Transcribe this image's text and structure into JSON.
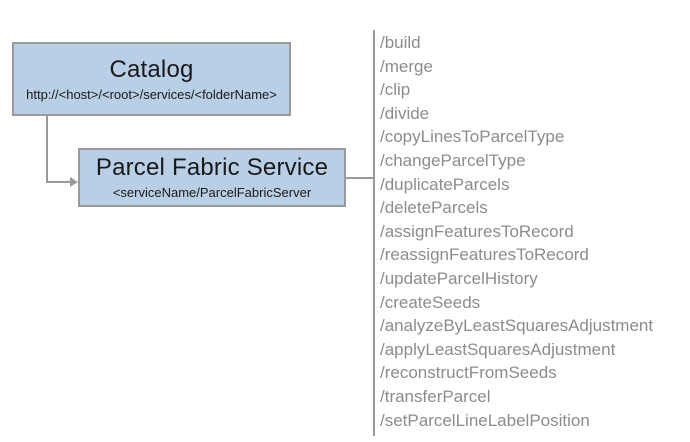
{
  "diagram": {
    "type": "service-endpoint-diagram",
    "background_color": "#ffffff",
    "node_fill_color": "#b8cfe5",
    "node_border_color": "#9a9a9a",
    "connector_color": "#9a9a9a",
    "list_text_color": "#8c8c8c",
    "nodes": [
      {
        "id": "catalog",
        "title": "Catalog",
        "subtitle": "http://<host>/<root>/services/<folderName>"
      },
      {
        "id": "parcel-fabric-service",
        "title": "Parcel Fabric Service",
        "subtitle": "<serviceName/ParcelFabricServer"
      }
    ],
    "operations": [
      "/build",
      "/merge",
      "/clip",
      "/divide",
      "/copyLinesToParcelType",
      "/changeParcelType",
      "/duplicateParcels",
      "/deleteParcels",
      "/assignFeaturesToRecord",
      "/reassignFeaturesToRecord",
      "/updateParcelHistory",
      "/createSeeds",
      "/analyzeByLeastSquaresAdjustment",
      "/applyLeastSquaresAdjustment",
      "/reconstructFromSeeds",
      "/transferParcel",
      "/setParcelLineLabelPosition"
    ]
  }
}
